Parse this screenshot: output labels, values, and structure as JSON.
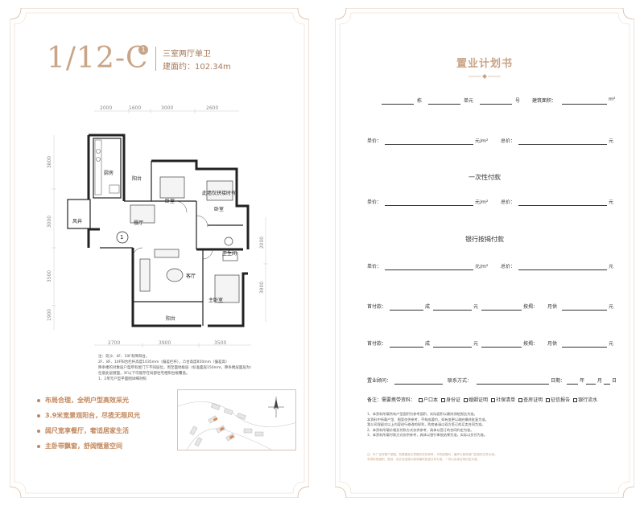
{
  "left": {
    "unit_code": "1/12-C",
    "unit_badge": "1",
    "unit_type": "三室两厅单卫",
    "unit_area": "建面约：102.34m",
    "top_dims": [
      "2000",
      "1600",
      "3000",
      "2600"
    ],
    "bottom_dims": [
      "2700",
      "3900",
      "3500"
    ],
    "left_dims": [
      "3800",
      "3000",
      "3500",
      "1900"
    ],
    "right_dims": [
      "2000",
      "3900"
    ],
    "room_labels": {
      "kitchen": "厨房",
      "balcony_top": "阳台",
      "bedroom_1": "卧室",
      "bedroom_2": "卧室",
      "air_shaft": "风井",
      "dining": "餐厅",
      "bathroom": "卫生间",
      "living": "客厅",
      "master": "主卧室",
      "balcony_bottom": "阳台",
      "unit_marker": "1"
    },
    "plan_note": "此墙仅拼接时有",
    "notes": [
      "注：双沙、4F、10F有降阳台。",
      "2F、8F、10F阳台栏杆高度1035mm（偏差栏杆），凸台高度850mm（偏差高）",
      "降条楼的对象层户型所有屋门下不同层位，周至面地板层（标准面层150mm，降条楼层面层为435mm。）",
      "任意此层厨面，3F以下可能存在局部住宅相阳台板覆盖。",
      "1、2单元户型平面图详细对照"
    ],
    "features": [
      "布局合理，全明户型高效采光",
      "3.9米宽景观阳台，尽揽无限风光",
      "阔尺宽享餐厅，奢适居家生活",
      "主卧带飘窗，舒阔惬意空间"
    ]
  },
  "right": {
    "title": "置业计划书",
    "row1": {
      "building": "栋",
      "unit": "单元",
      "room": "号",
      "area_label": "建筑面积：",
      "area_unit": "m²"
    },
    "row2": {
      "unit_price": "单价：",
      "unit_price_unit": "元/m²",
      "total_price": "总价：",
      "total_price_unit": "元"
    },
    "section_onetime": "一次性付款",
    "row3": {
      "unit_price": "单价：",
      "unit_price_unit": "元/m²",
      "total_price": "总价：",
      "total_price_unit": "元"
    },
    "section_mortgage": "银行按揭付款",
    "row4": {
      "unit_price": "单价：",
      "unit_price_unit": "元/m²",
      "total_price": "总价：",
      "total_price_unit": "元"
    },
    "row5": {
      "down": "首付款：",
      "or": "成",
      "yuan": "元",
      "loan": "按揭：",
      "monthly": "月供",
      "monthly_unit": "元"
    },
    "row6": {
      "down": "首付款：",
      "or": "成",
      "yuan": "元",
      "loan": "按揭：",
      "monthly": "月供",
      "monthly_unit": "元"
    },
    "row7": {
      "down": "首付款：",
      "or": "成",
      "yuan": "元",
      "loan": "按揭：",
      "monthly": "月供",
      "monthly_unit": "元"
    },
    "row8": {
      "consultant": "置业顾问：",
      "contact": "联系方式：",
      "date": "日期：",
      "year": "年",
      "month": "月",
      "day": "日"
    },
    "docs": {
      "label": "备注：需要携带资料：",
      "items": [
        "户口本",
        "身份证",
        "婚姻证明",
        "社保清单",
        "查房证明",
        "征信报告",
        "银行流水"
      ]
    },
    "fine_print": [
      "1、本资料所载所有户型面积为参考面积，实际面积以最终测绘报告为准。",
      "本资料中所载户型、图案仅供参考，不构成要约，如有变更以政府最终批复为准。",
      "我公司保留对以上内容进行修改的权利，购房者请以双方签订的买卖合同为准。",
      "2、本资料所载价格及付款方式仅供参考，具体以签订的合同约定为准。",
      "3、本资料所载付款方式仅供参考，具体以银行审批结果为准，实际以交付为准。"
    ],
    "disclaimer": [
      "注：本广告所载户型图、效果图及示意图均仅供参考，不构成要约，最终以政府部门批准的文件为准。",
      "本资料的面积、规划、设计及设施以政府最终批准文件为准，一切以买卖合同约定为准。"
    ]
  },
  "colors": {
    "accent": "#c9a486",
    "text": "#333333",
    "line": "#333333"
  }
}
